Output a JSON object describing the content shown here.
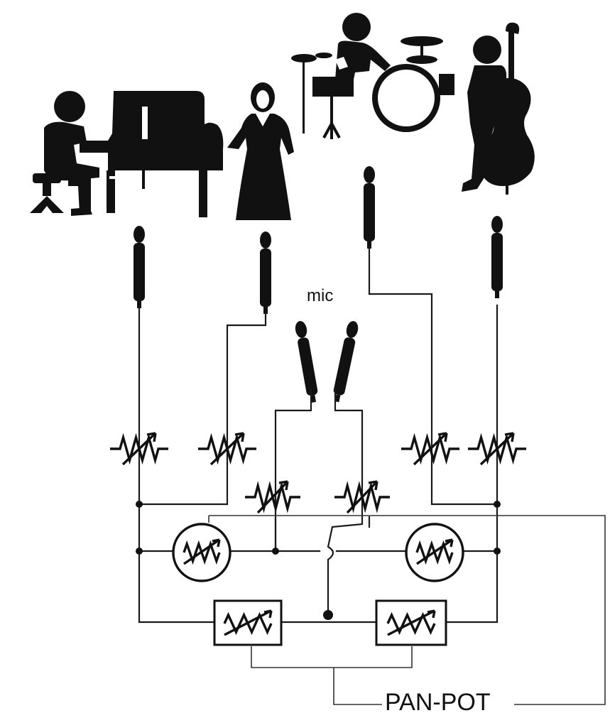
{
  "labels": {
    "mic": "mic",
    "pan_pot": "PAN-POT"
  },
  "colors": {
    "ink": "#111111",
    "background": "#ffffff"
  },
  "figures": [
    "pianist",
    "grand-piano",
    "singer",
    "drummer",
    "drum-kit",
    "double-bassist"
  ]
}
